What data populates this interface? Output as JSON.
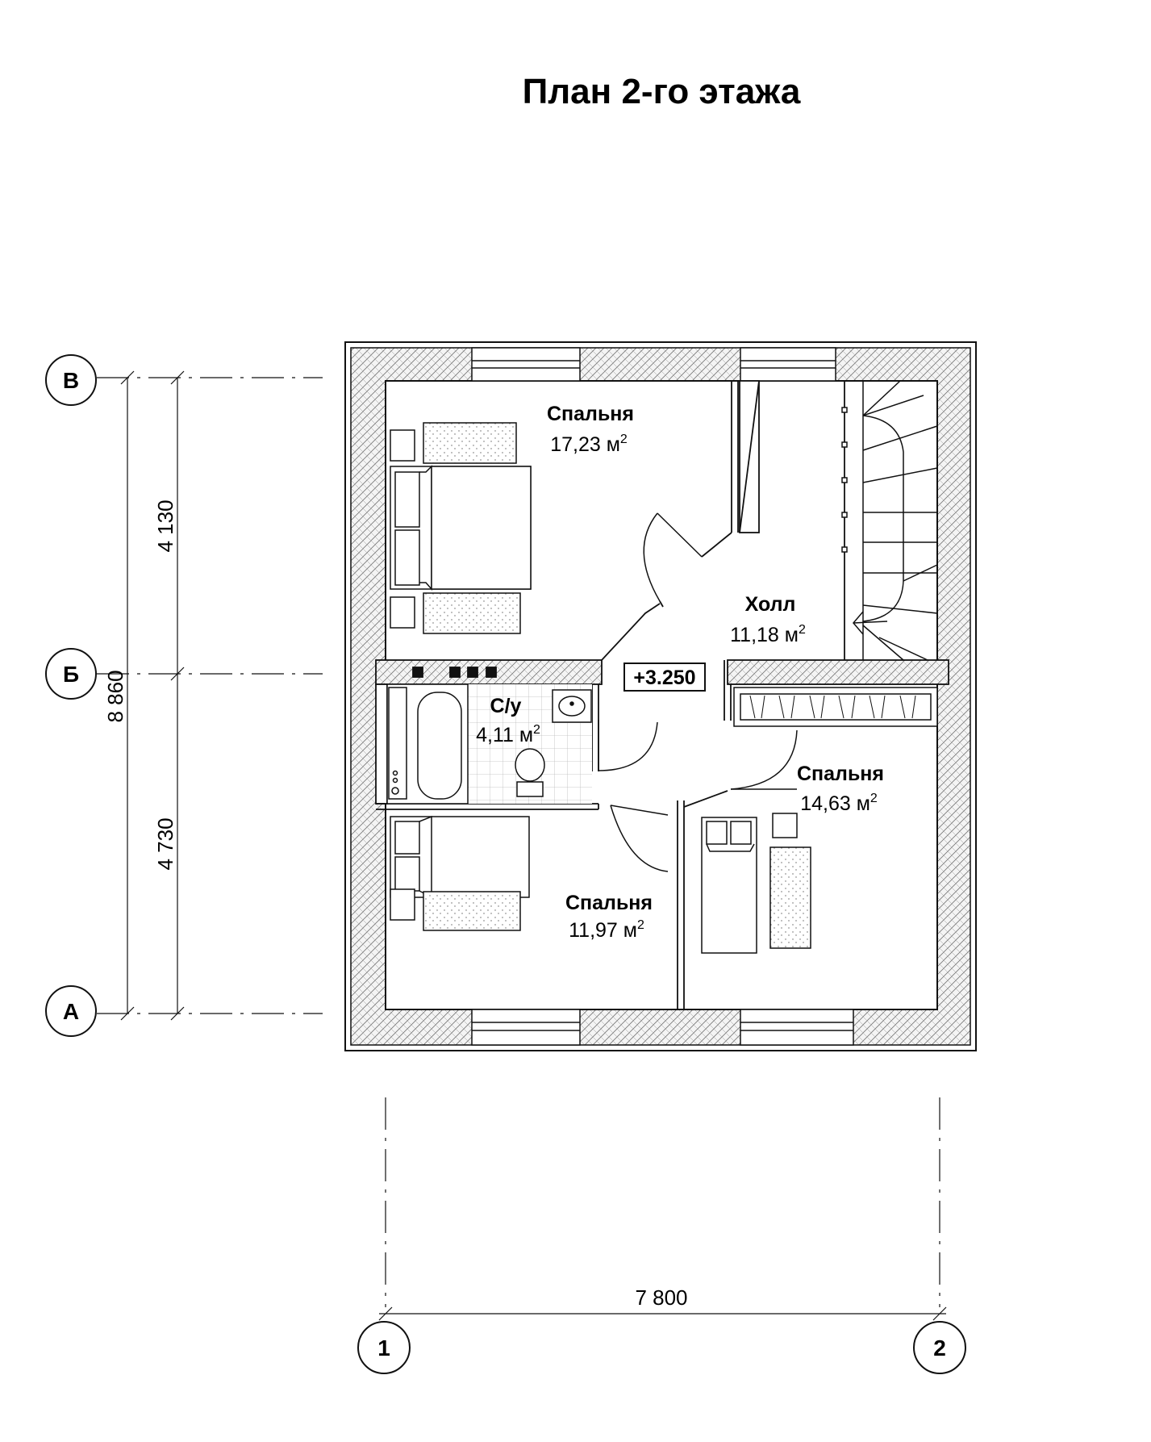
{
  "title": "План 2-го этажа",
  "rooms": [
    {
      "name": "Спальня",
      "area": "17,23 м",
      "sup": "2"
    },
    {
      "name": "Холл",
      "area": "11,18 м",
      "sup": "2"
    },
    {
      "name": "С/у",
      "area": "4,11 м",
      "sup": "2"
    },
    {
      "name": "Спальня",
      "area": "14,63 м",
      "sup": "2"
    },
    {
      "name": "Спальня",
      "area": "11,97 м",
      "sup": "2"
    }
  ],
  "level_mark": "+3.250",
  "dimensions": {
    "total_height": "8 860",
    "upper_span": "4 130",
    "lower_span": "4 730",
    "total_width": "7 800"
  },
  "axes": {
    "rows": [
      "В",
      "Б",
      "А"
    ],
    "columns": [
      "1",
      "2"
    ]
  }
}
